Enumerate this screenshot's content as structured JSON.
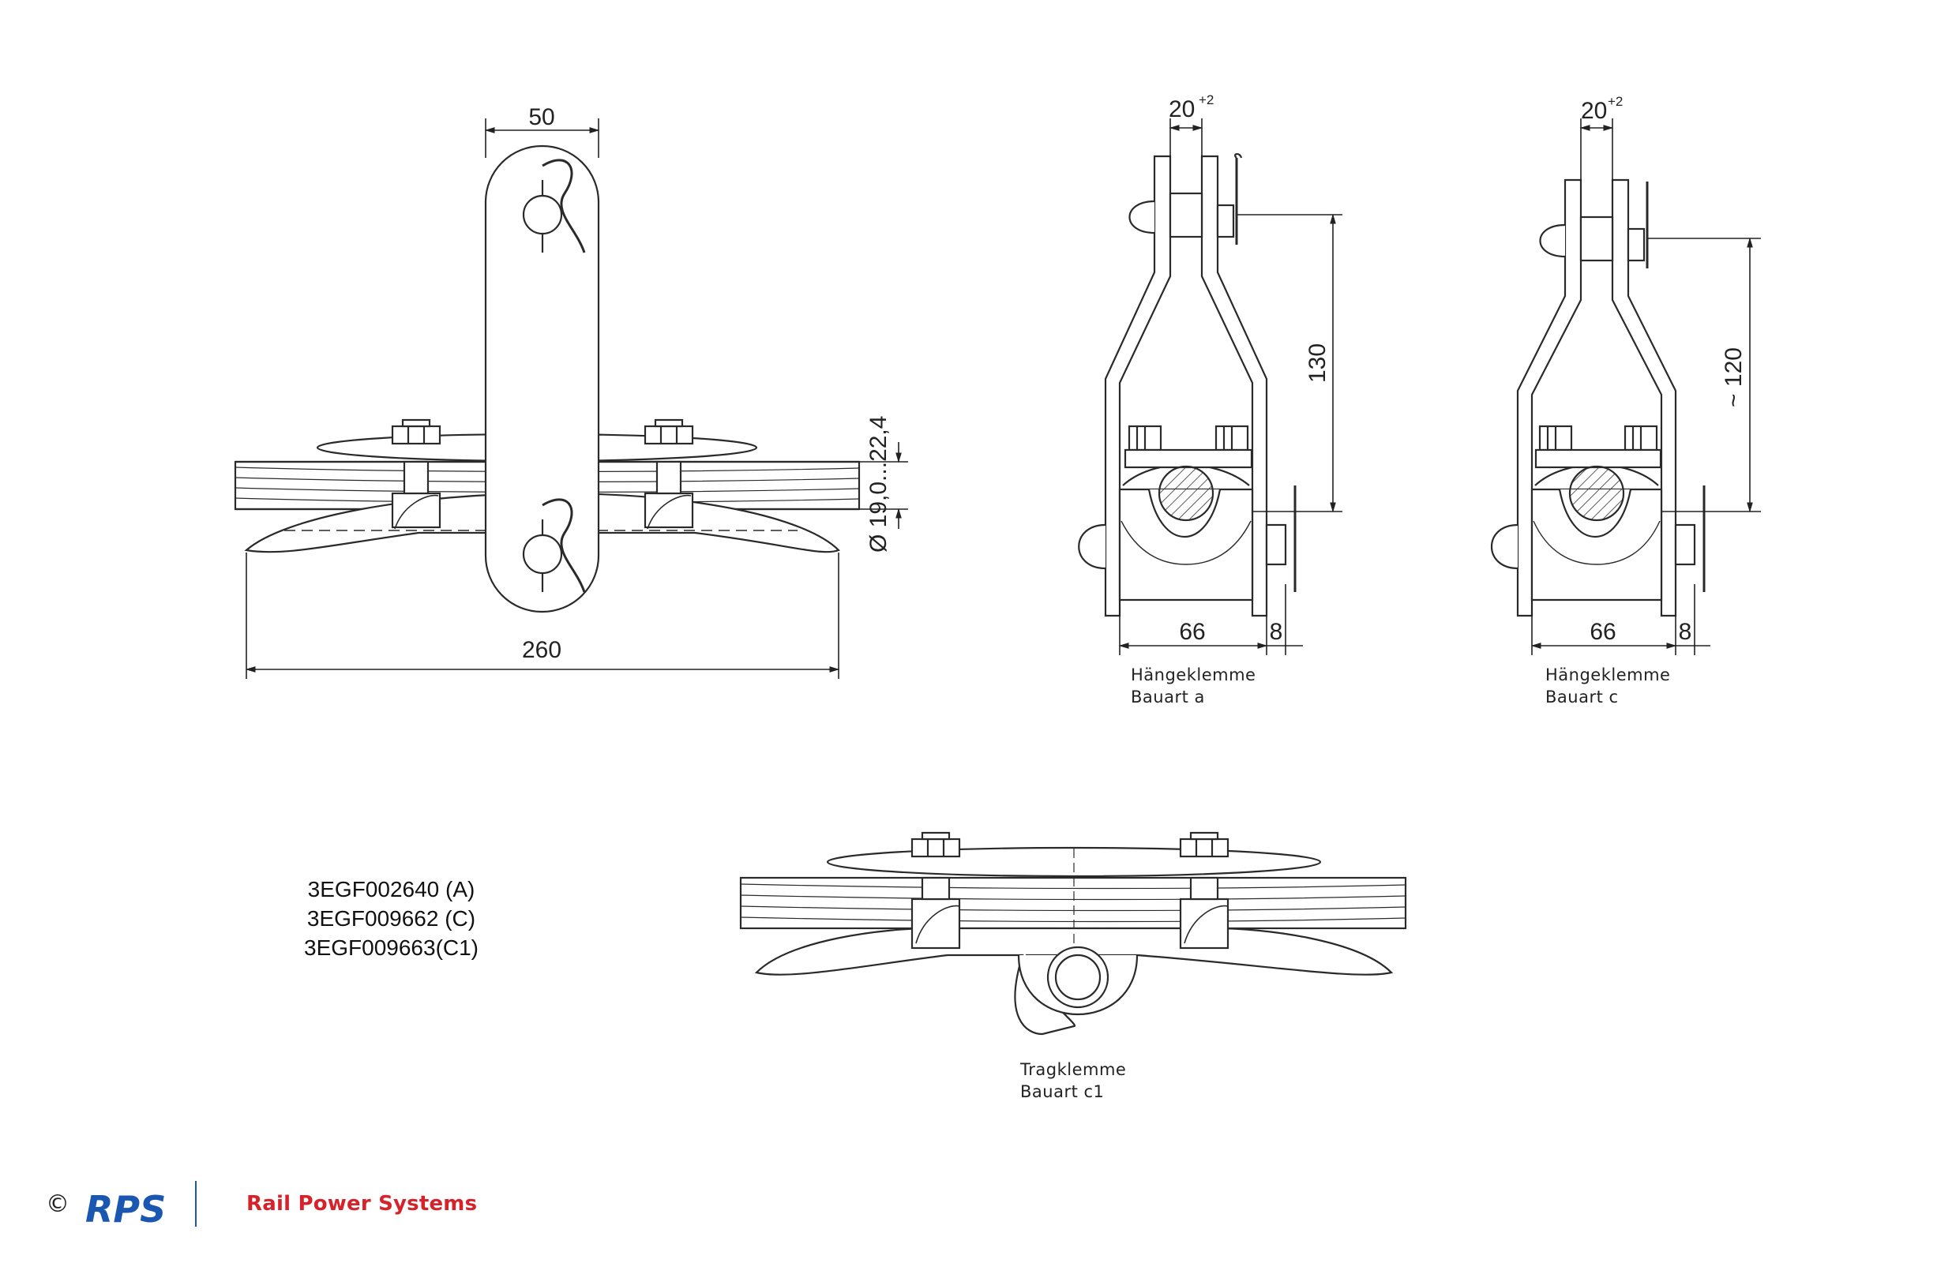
{
  "dimensions": {
    "top_width": "50",
    "length": "260",
    "diameter": "Ø 19,0...22,4",
    "a_gap": "20",
    "a_gap_tol": "+2",
    "a_height": "130",
    "a_width": "66",
    "a_plate": "8",
    "c_gap": "20",
    "c_gap_tol": "+2",
    "c_height": "~ 120",
    "c_width": "66",
    "c_plate": "8"
  },
  "captions": {
    "a_line1": "Hängeklemme",
    "a_line2": "Bauart a",
    "c_line1": "Hängeklemme",
    "c_line2": "Bauart c",
    "c1_line1": "Tragklemme",
    "c1_line2": "Bauart c1"
  },
  "part_numbers": [
    "3EGF002640 (A)",
    "3EGF009662 (C)",
    "3EGF009663(C1)"
  ],
  "footer": {
    "copyright": "©",
    "logo_text": "RPS",
    "company": "Rail Power Systems"
  },
  "colors": {
    "line": "#2a2a2a",
    "brand_red": "#d6222a",
    "brand_blue": "#1a57b0"
  }
}
